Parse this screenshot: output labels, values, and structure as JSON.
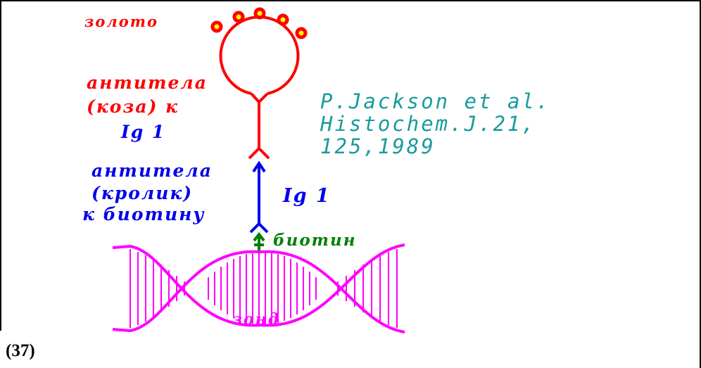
{
  "labels": {
    "gold": "золото",
    "goat_antibody_line1": "антитела",
    "goat_antibody_line2": "(коза) к",
    "goat_antibody_line3": "Ig 1",
    "rabbit_antibody_line1": "антитела",
    "rabbit_antibody_line2": "(кролик)",
    "rabbit_antibody_line3": "к биотину",
    "rabbit_ig": "Ig 1",
    "biotin": "биотин",
    "probe": "зонд"
  },
  "citation": {
    "line1": "P.Jackson et al.",
    "line2": "Histochem.J.21,",
    "line3": "125,1989"
  },
  "figure_number": "(37)",
  "colors": {
    "gold_antibody": "#ff0000",
    "gold_particle": "#ffff00",
    "rabbit_antibody": "#0000ee",
    "biotin": "#008000",
    "probe": "#ff00ff",
    "citation": "#1a9b9b"
  }
}
